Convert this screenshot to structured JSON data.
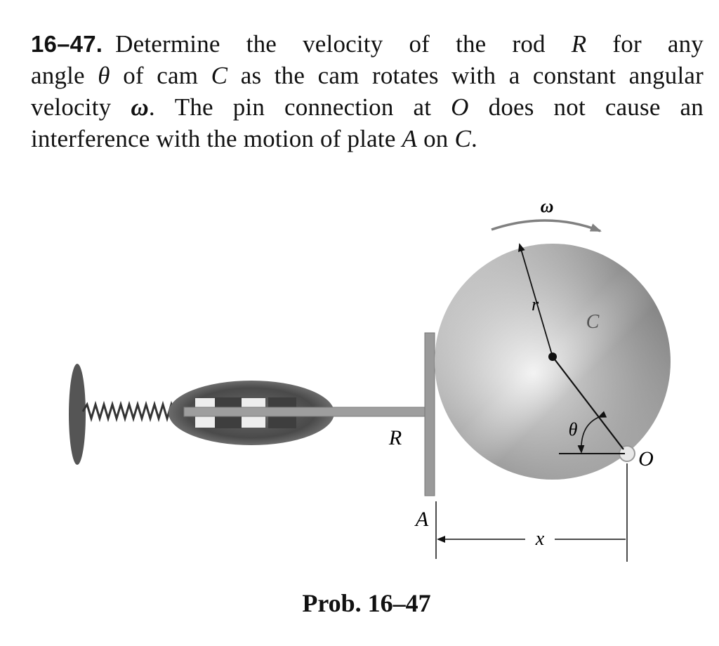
{
  "problem": {
    "number": "16–47.",
    "line1_text": "Determine the velocity of the rod",
    "line1_var": "R",
    "line1_end": "for any",
    "line2_a": "angle",
    "line2_theta": "θ",
    "line2_b": "of cam",
    "line2_c": "C",
    "line2_end": "as the cam rotates with a constant angular",
    "line3_a": "velocity",
    "line3_omega": "ω",
    "line3_b": ". The pin connection at",
    "line3_o": "O",
    "line3_end": "does not cause an",
    "line4_a": "interference with the motion of plate",
    "line4_A": "A",
    "line4_b": "on",
    "line4_C": "C",
    "line4_end": "."
  },
  "figure": {
    "label_omega": "ω",
    "label_r": "r",
    "label_C": "C",
    "label_theta": "θ",
    "label_O": "O",
    "label_R": "R",
    "label_A": "A",
    "label_x": "x"
  },
  "caption": "Prob. 16–47"
}
